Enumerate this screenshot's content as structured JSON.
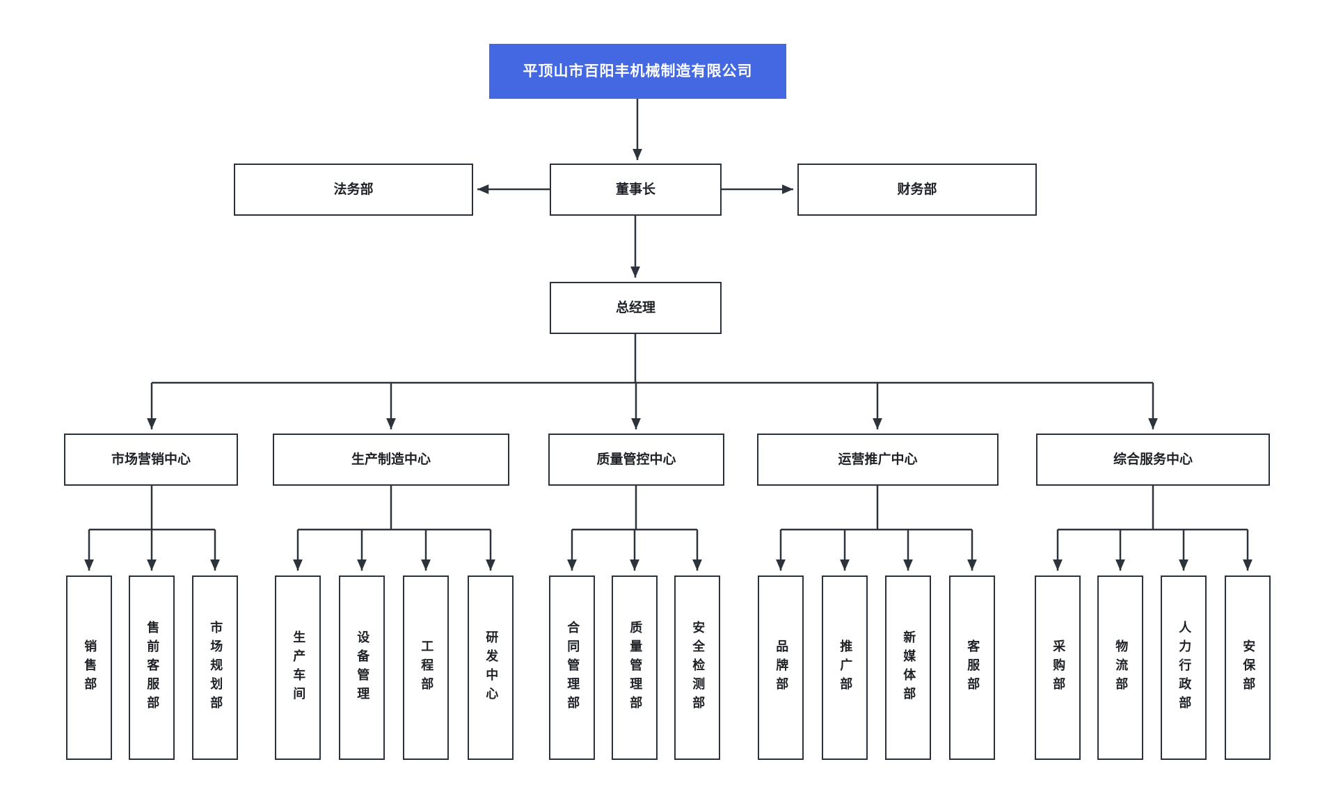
{
  "diagram": {
    "root": {
      "label": "平顶山市百阳丰机械制造有限公司"
    },
    "level2": {
      "left": {
        "label": "法务部"
      },
      "center": {
        "label": "董事长"
      },
      "right": {
        "label": "财务部"
      }
    },
    "level3": {
      "label": "总经理"
    },
    "centers": [
      {
        "label": "市场营销中心",
        "children": [
          {
            "label": "销售部"
          },
          {
            "label": "售前客服部"
          },
          {
            "label": "市场规划部"
          }
        ]
      },
      {
        "label": "生产制造中心",
        "children": [
          {
            "label": "生产车间"
          },
          {
            "label": "设备管理"
          },
          {
            "label": "工程部"
          },
          {
            "label": "研发中心"
          }
        ]
      },
      {
        "label": "质量管控中心",
        "children": [
          {
            "label": "合同管理部"
          },
          {
            "label": "质量管理部"
          },
          {
            "label": "安全检测部"
          }
        ]
      },
      {
        "label": "运营推广中心",
        "children": [
          {
            "label": "品牌部"
          },
          {
            "label": "推广部"
          },
          {
            "label": "新媒体部"
          },
          {
            "label": "客服部"
          }
        ]
      },
      {
        "label": "综合服务中心",
        "children": [
          {
            "label": "采购部"
          },
          {
            "label": "物流部"
          },
          {
            "label": "人力行政部"
          },
          {
            "label": "安保部"
          }
        ]
      }
    ],
    "colors": {
      "root_bg": "#4468e2",
      "root_text": "#ffffff",
      "line": "#2d333b",
      "border": "#2b313a",
      "text": "#1e2126",
      "bg": "#ffffff"
    }
  }
}
